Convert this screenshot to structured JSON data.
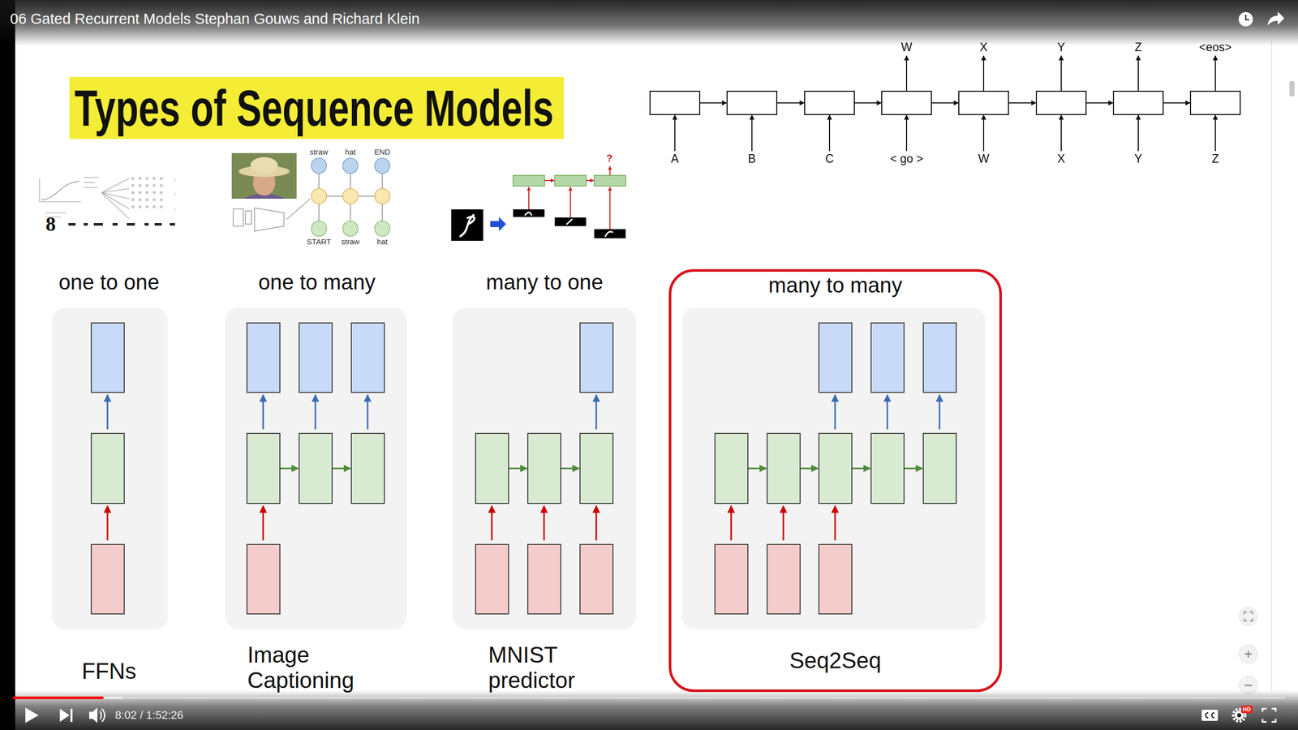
{
  "diagram": {
    "title": "Types of Sequence Models",
    "nodes": [
      {
        "text": [
          "one to one",
          "FFNs"
        ]
      },
      {
        "text": [
          "one to many",
          "Image Captioning"
        ]
      },
      {
        "text": [
          "many to one",
          "MNIST predictor"
        ]
      },
      {
        "text": [
          "many to many",
          "Seq2Seq"
        ]
      }
    ],
    "labels": [
      "06 Gated Recurrent Models Stephan Gouws and Richard Klein",
      "W",
      "X",
      "Y",
      "Z",
      "<eos>",
      "A",
      "B",
      "C",
      "< go >",
      "W",
      "X",
      "Y",
      "Z",
      "8",
      "straw",
      "hat",
      "END",
      "START",
      "straw",
      "hat",
      "?",
      "8:02 / 1:52:26",
      "HD"
    ]
  }
}
